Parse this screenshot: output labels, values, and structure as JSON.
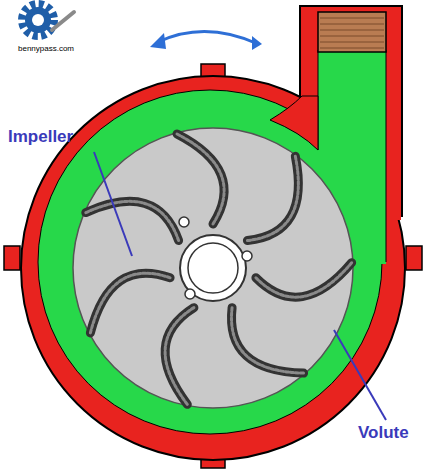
{
  "diagram": {
    "labels": [
      "bennypass.com",
      "Impeller",
      "Volute"
    ]
  }
}
